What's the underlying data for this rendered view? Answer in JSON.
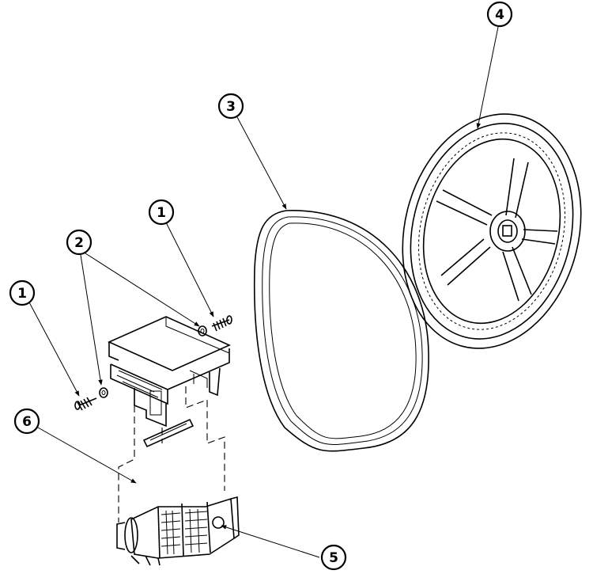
{
  "diagram": {
    "callouts": [
      {
        "id": "c1a",
        "label": "1"
      },
      {
        "id": "c1b",
        "label": "1"
      },
      {
        "id": "c2",
        "label": "2"
      },
      {
        "id": "c3",
        "label": "3"
      },
      {
        "id": "c4",
        "label": "4"
      },
      {
        "id": "c5",
        "label": "5"
      },
      {
        "id": "c6",
        "label": "6"
      }
    ]
  }
}
